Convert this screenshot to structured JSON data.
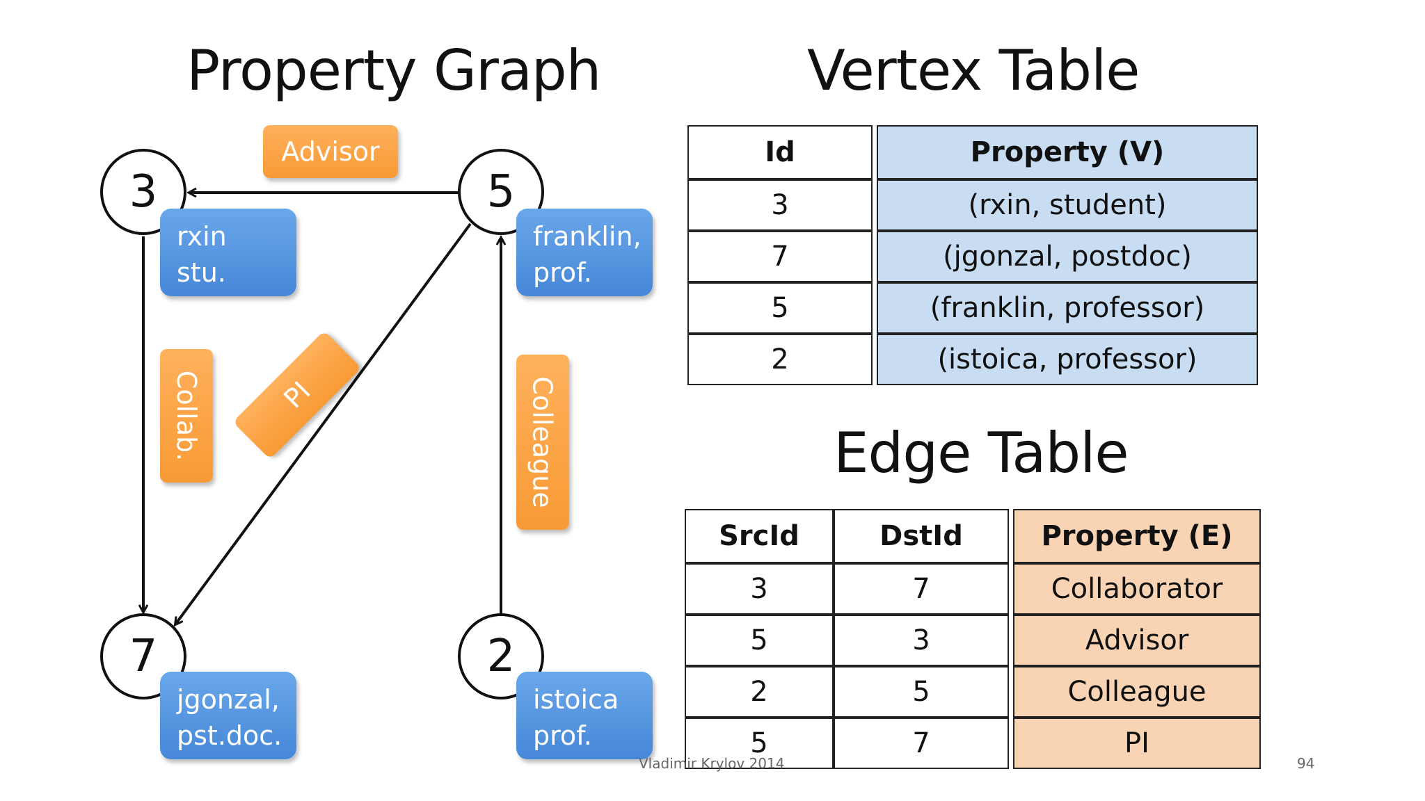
{
  "titles": {
    "graph": "Property Graph",
    "vertex": "Vertex Table",
    "edge": "Edge Table"
  },
  "graph": {
    "nodes": [
      {
        "id": "3",
        "label_lines": [
          "rxin",
          "stu."
        ]
      },
      {
        "id": "5",
        "label_lines": [
          "franklin,",
          "prof."
        ]
      },
      {
        "id": "7",
        "label_lines": [
          "jgonzal,",
          "pst.doc."
        ]
      },
      {
        "id": "2",
        "label_lines": [
          "istoica",
          "prof."
        ]
      }
    ],
    "edges": [
      {
        "src": "5",
        "dst": "3",
        "label": "Advisor"
      },
      {
        "src": "3",
        "dst": "7",
        "label": "Collab."
      },
      {
        "src": "5",
        "dst": "7",
        "label": "PI"
      },
      {
        "src": "2",
        "dst": "5",
        "label": "Colleague"
      }
    ],
    "colors": {
      "node_label": "#4a8bd9",
      "edge_label": "#f9a040",
      "line": "#111111"
    }
  },
  "vertex_table": {
    "headers": [
      "Id",
      "Property (V)"
    ],
    "rows": [
      [
        "3",
        "(rxin, student)"
      ],
      [
        "7",
        "(jgonzal, postdoc)"
      ],
      [
        "5",
        "(franklin, professor)"
      ],
      [
        "2",
        "(istoica, professor)"
      ]
    ]
  },
  "edge_table": {
    "headers": [
      "SrcId",
      "DstId",
      "Property (E)"
    ],
    "rows": [
      [
        "3",
        "7",
        "Collaborator"
      ],
      [
        "5",
        "3",
        "Advisor"
      ],
      [
        "2",
        "5",
        "Colleague"
      ],
      [
        "5",
        "7",
        "PI"
      ]
    ]
  },
  "footer": {
    "author": "Vladimir Krylov 2014",
    "page": "94"
  }
}
